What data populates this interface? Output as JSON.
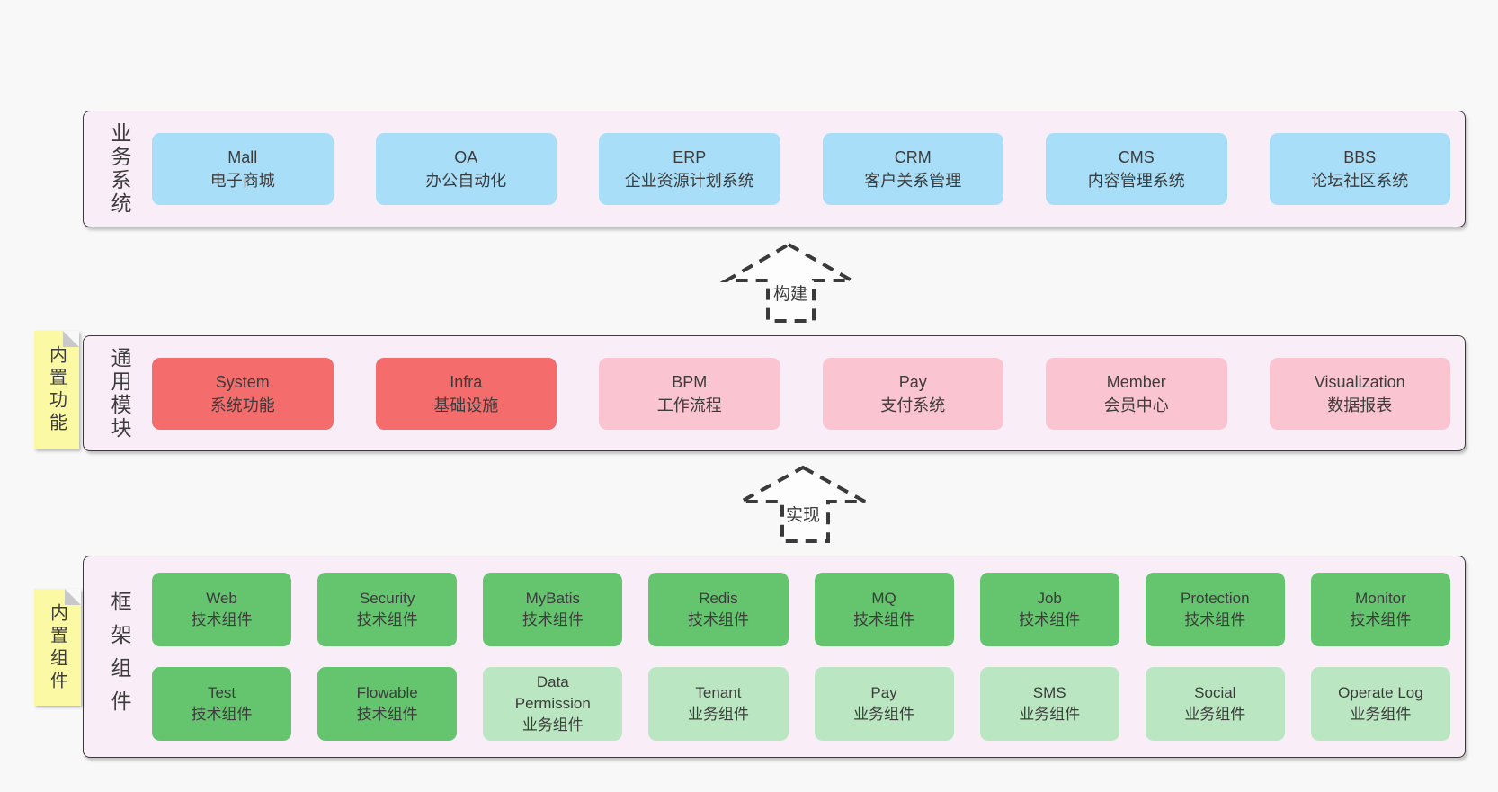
{
  "colors": {
    "page_bg": "#f8f8f8",
    "panel_bg": "#f9edf7",
    "panel_border": "#3a3a3a",
    "blue": "#a9def8",
    "red": "#f56c6c",
    "pink": "#fac5d0",
    "green": "#64c56e",
    "light_green": "#bae6c1",
    "note_yellow": "#fbf9a3",
    "note_fold": "#c8c8c9",
    "text": "#3c3c3c"
  },
  "notes": [
    {
      "text": "内置功能"
    },
    {
      "text": "内置组件"
    }
  ],
  "arrows": [
    {
      "label": "构建"
    },
    {
      "label": "实现"
    }
  ],
  "layers": [
    {
      "side_label": "业务系统",
      "rows": [
        [
          {
            "en": "Mall",
            "zh": "电子商城",
            "color": "blue"
          },
          {
            "en": "OA",
            "zh": "办公自动化",
            "color": "blue"
          },
          {
            "en": "ERP",
            "zh": "企业资源计划系统",
            "color": "blue"
          },
          {
            "en": "CRM",
            "zh": "客户关系管理",
            "color": "blue"
          },
          {
            "en": "CMS",
            "zh": "内容管理系统",
            "color": "blue"
          },
          {
            "en": "BBS",
            "zh": "论坛社区系统",
            "color": "blue"
          }
        ]
      ]
    },
    {
      "side_label": "通用模块",
      "rows": [
        [
          {
            "en": "System",
            "zh": "系统功能",
            "color": "red"
          },
          {
            "en": "Infra",
            "zh": "基础设施",
            "color": "red"
          },
          {
            "en": "BPM",
            "zh": "工作流程",
            "color": "pink"
          },
          {
            "en": "Pay",
            "zh": "支付系统",
            "color": "pink"
          },
          {
            "en": "Member",
            "zh": "会员中心",
            "color": "pink"
          },
          {
            "en": "Visualization",
            "zh": "数据报表",
            "color": "pink"
          }
        ]
      ]
    },
    {
      "side_label": "框架组件",
      "rows": [
        [
          {
            "en": "Web",
            "zh": "技术组件",
            "color": "green"
          },
          {
            "en": "Security",
            "zh": "技术组件",
            "color": "green"
          },
          {
            "en": "MyBatis",
            "zh": "技术组件",
            "color": "green"
          },
          {
            "en": "Redis",
            "zh": "技术组件",
            "color": "green"
          },
          {
            "en": "MQ",
            "zh": "技术组件",
            "color": "green"
          },
          {
            "en": "Job",
            "zh": "技术组件",
            "color": "green"
          },
          {
            "en": "Protection",
            "zh": "技术组件",
            "color": "green"
          },
          {
            "en": "Monitor",
            "zh": "技术组件",
            "color": "green"
          }
        ],
        [
          {
            "en": "Test",
            "zh": "技术组件",
            "color": "green"
          },
          {
            "en": "Flowable",
            "zh": "技术组件",
            "color": "green"
          },
          {
            "en": "Data Permission",
            "zh": "业务组件",
            "color": "light_green"
          },
          {
            "en": "Tenant",
            "zh": "业务组件",
            "color": "light_green"
          },
          {
            "en": "Pay",
            "zh": "业务组件",
            "color": "light_green"
          },
          {
            "en": "SMS",
            "zh": "业务组件",
            "color": "light_green"
          },
          {
            "en": "Social",
            "zh": "业务组件",
            "color": "light_green"
          },
          {
            "en": "Operate Log",
            "zh": "业务组件",
            "color": "light_green"
          }
        ]
      ]
    }
  ]
}
